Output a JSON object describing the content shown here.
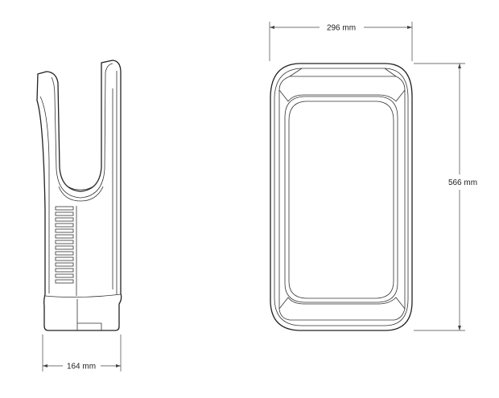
{
  "dimensions": {
    "width_label": "296 mm",
    "height_label": "566 mm",
    "depth_label": "164 mm"
  },
  "colors": {
    "line": "#222222",
    "background": "#ffffff"
  }
}
